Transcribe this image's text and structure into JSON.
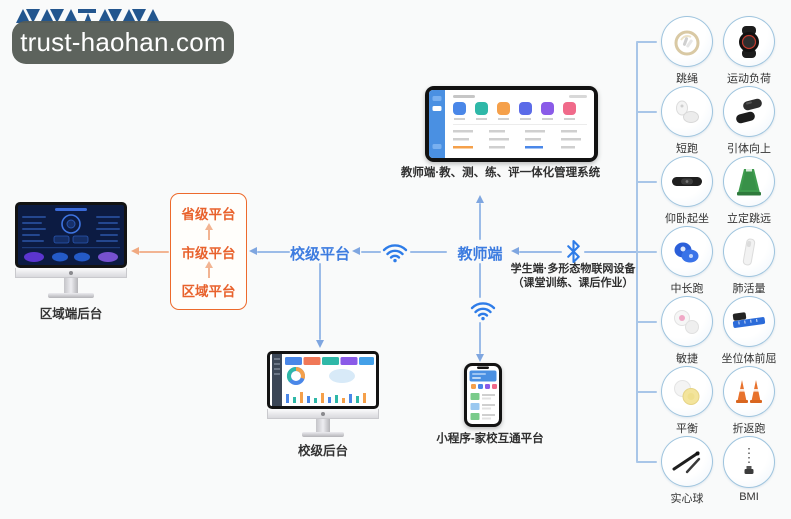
{
  "watermark": {
    "text": "trust-haohan.com"
  },
  "regional": {
    "monitor_label": "区域端后台"
  },
  "platform_box": {
    "items": [
      "省级平台",
      "市级平台",
      "区域平台"
    ]
  },
  "school_platform": {
    "label": "校级平台"
  },
  "teacher": {
    "label": "教师端"
  },
  "tablet": {
    "caption": "教师端·教、测、练、评一体化管理系统"
  },
  "student_devices": {
    "line1": "学生端·多形态物联网设备",
    "line2": "（课堂训练、课后作业）"
  },
  "school_backend": {
    "label": "校级后台"
  },
  "miniprogram": {
    "label": "小程序-家校互通平台"
  },
  "devices": {
    "items": [
      {
        "label": "跳绳",
        "icon": "jump-rope-icon"
      },
      {
        "label": "运动负荷",
        "icon": "sport-watch-icon"
      },
      {
        "label": "短跑",
        "icon": "sprint-sensor-icon"
      },
      {
        "label": "引体向上",
        "icon": "pull-up-sensor-icon"
      },
      {
        "label": "仰卧起坐",
        "icon": "sit-up-band-icon"
      },
      {
        "label": "立定跳远",
        "icon": "jump-mat-icon"
      },
      {
        "label": "中长跑",
        "icon": "run-chip-icon"
      },
      {
        "label": "肺活量",
        "icon": "spirometer-icon"
      },
      {
        "label": "敏捷",
        "icon": "agility-pod-icon"
      },
      {
        "label": "坐位体前屈",
        "icon": "sit-reach-ruler-icon"
      },
      {
        "label": "平衡",
        "icon": "balance-disc-icon"
      },
      {
        "label": "折返跑",
        "icon": "shuttle-cone-icon"
      },
      {
        "label": "实心球",
        "icon": "medicine-ball-stick-icon"
      },
      {
        "label": "BMI",
        "icon": "height-gauge-icon"
      }
    ]
  },
  "colors": {
    "accent_blue": "#3D7CE0",
    "accent_orange": "#E8622D",
    "line_blue": "#9CBCE8",
    "line_orange": "#F2B492",
    "bracket_blue": "#A9C6E8",
    "circle_border": "#9EC4DE"
  }
}
